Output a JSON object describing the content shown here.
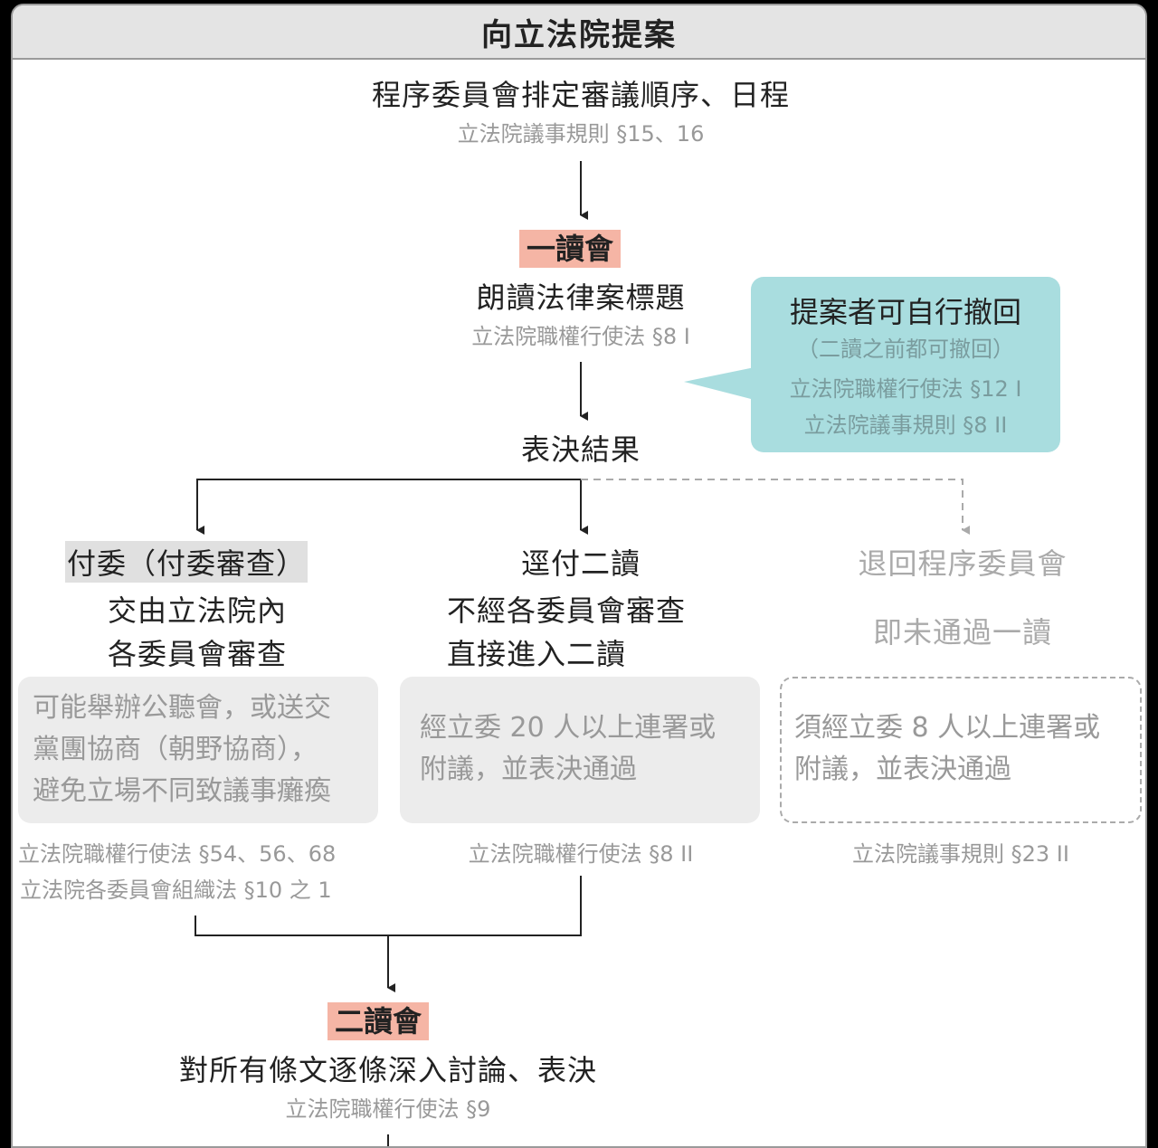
{
  "header": {
    "title": "向立法院提案"
  },
  "step1": {
    "title": "程序委員會排定審議順序、日程",
    "law": "立法院議事規則 §15、16"
  },
  "first_reading": {
    "badge": "一讀會",
    "desc": "朗讀法律案標題",
    "law": "立法院職權行使法 §8 I"
  },
  "callout": {
    "title": "提案者可自行撤回",
    "note": "（二讀之前都可撤回）",
    "law1": "立法院職權行使法 §12 I",
    "law2": "立法院議事規則 §8 II"
  },
  "vote": {
    "label": "表決結果"
  },
  "branches": {
    "committee": {
      "title": "付委（付委審查）",
      "desc1": "交由立法院內",
      "desc2": "各委員會審查",
      "box": [
        "可能舉辦公聽會，或送交",
        "黨團協商（朝野協商），",
        "避免立場不同致議事癱瘓"
      ],
      "law1": "立法院職權行使法 §54、56、68",
      "law2": "立法院各委員會組織法 §10 之 1"
    },
    "direct": {
      "title": "逕付二讀",
      "desc1": "不經各委員會審查",
      "desc2": "直接進入二讀",
      "box": [
        "經立委 20 人以上連署或",
        "附議，並表決通過"
      ],
      "law": "立法院職權行使法 §8 II"
    },
    "return": {
      "title": "退回程序委員會",
      "desc": "即未通過一讀",
      "box": [
        "須經立委 8 人以上連署或",
        "附議，並表決通過"
      ],
      "law": "立法院議事規則 §23 II"
    }
  },
  "second_reading": {
    "badge": "二讀會",
    "desc": "對所有條文逐條深入討論、表決",
    "law": "立法院職權行使法 §9"
  },
  "colors": {
    "badge": "#f5b5a5",
    "callout": "#a9dddf",
    "box": "#ececec",
    "header": "#e4e4e4"
  }
}
